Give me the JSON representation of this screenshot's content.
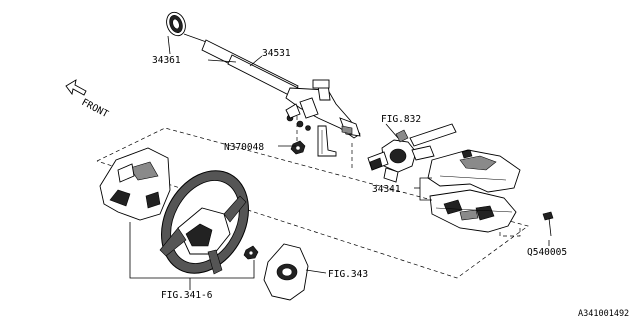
{
  "labels": {
    "p34361": "34361",
    "p34531": "34531",
    "front": "FRONT",
    "n370048": "N370048",
    "fig832": "FIG.832",
    "p34341": "34341",
    "q540005": "Q540005",
    "fig343": "FIG.343",
    "fig341": "FIG.341-6"
  },
  "diagram_number": "A341001492"
}
